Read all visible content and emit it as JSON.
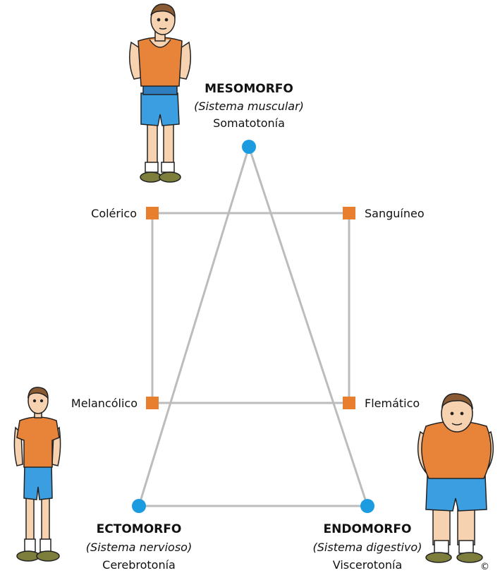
{
  "types": {
    "mesomorfo": {
      "title": "MESOMORFO",
      "system": "(Sistema muscular)",
      "trait": "Somatotonía"
    },
    "ectomorfo": {
      "title": "ECTOMORFO",
      "system": "(Sistema nervioso)",
      "trait": "Cerebrotonía"
    },
    "endomorfo": {
      "title": "ENDOMORFO",
      "system": "(Sistema digestivo)",
      "trait": "Viscerotonía"
    }
  },
  "temperaments": {
    "colerico": "Colérico",
    "sanguineo": "Sanguíneo",
    "melancolico": "Melancólico",
    "flematico": "Flemático"
  },
  "copyright": "©",
  "colors": {
    "line": "#bcbcbc",
    "circle_node": "#1b9be0",
    "square_node": "#e87f2e",
    "shirt": "#e8833a",
    "shorts": "#3a9ee0",
    "skin": "#f6d2b0",
    "hair": "#8a5a32",
    "shoe": "#7d7d3c"
  }
}
